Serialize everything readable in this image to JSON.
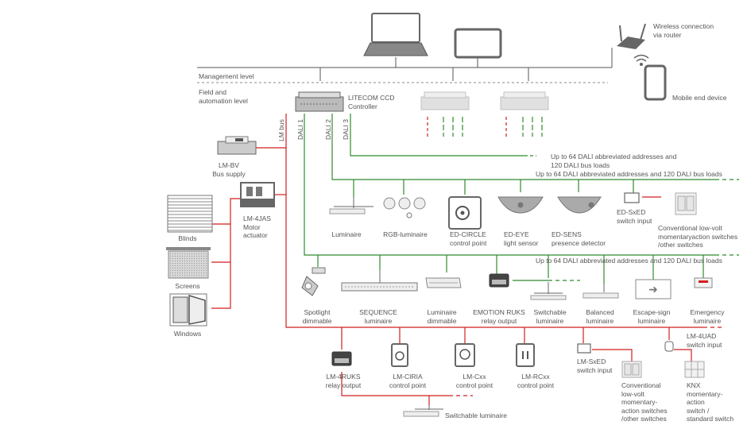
{
  "colors": {
    "management_bus": "#555555",
    "green": "#2e8b2e",
    "red": "#d21f1f",
    "device": "#666666",
    "device_light": "#cfcfcf",
    "text": "#555555"
  },
  "levels": {
    "management": "Management level",
    "field": "Field and\nautomation level"
  },
  "wireless": {
    "router": "Wireless connection\nvia router",
    "mobile": "Mobile end device"
  },
  "controller": {
    "name": "LITECOM CCD\nController"
  },
  "bus_labels": {
    "lm_bus": "LM bus",
    "dali1": "DALI 1",
    "dali2": "DALI 2",
    "dali3": "DALI 3"
  },
  "dali_notes": {
    "dali3": "Up to 64 DALI abbreviated addresses and\n120 DALI bus loads",
    "dali2": "Up to 64 DALI abbreviated addresses and 120 DALI bus loads",
    "dali1": "Up to 64 DALI abbreviated addresses and 120 DALI bus loads"
  },
  "left_devices": {
    "lmbv": "LM-BV\nBus supply",
    "lm4jas": "LM-4JAS\nMotor\nactuator",
    "blinds": "Blinds",
    "screens": "Screens",
    "windows": "Windows"
  },
  "dali2_devices": {
    "luminaire": "Luminaire",
    "rgb": "RGB-luminaire",
    "edcircle": "ED-CIRCLE\ncontrol point",
    "edeye": "ED-EYE\nlight sensor",
    "edsens": "ED-SENS\npresence detector",
    "edsxed": "ED-SxED\nswitch input",
    "conventional": "Conventional low-volt\nmomentaryaction switches\n/other switches"
  },
  "dali1_devices": {
    "spotlight": "Spotlight\ndimmable",
    "sequence": "SEQUENCE\nluminaire",
    "lum_dimmable": "Luminaire\ndimmable",
    "emotion": "EMOTION RUKS\nrelay output",
    "switchable": "Switchable\nluminaire",
    "balanced": "Balanced\nluminaire",
    "escape": "Escape-sign\nluminaire",
    "emergency": "Emergency\nluminaire"
  },
  "lm_devices": {
    "lm4uad": "LM-4UAD\nswitch input",
    "lm4ruks": "LM-4RUKS\nrelay output",
    "lmciria": "LM-CIRIA\ncontrol point",
    "lmcxx": "LM-Cxx\ncontrol point",
    "lmrcxx": "LM-RCxx\ncontrol point",
    "lmsxed": "LM-SxED\nswitch input",
    "conventional": "Conventional\nlow-volt\nmomentary-\naction switches\n/other switches",
    "knx": "KNX\nmomentary-\naction\nswitch /\nstandard switch",
    "switchable": "Switchable luminaire"
  }
}
